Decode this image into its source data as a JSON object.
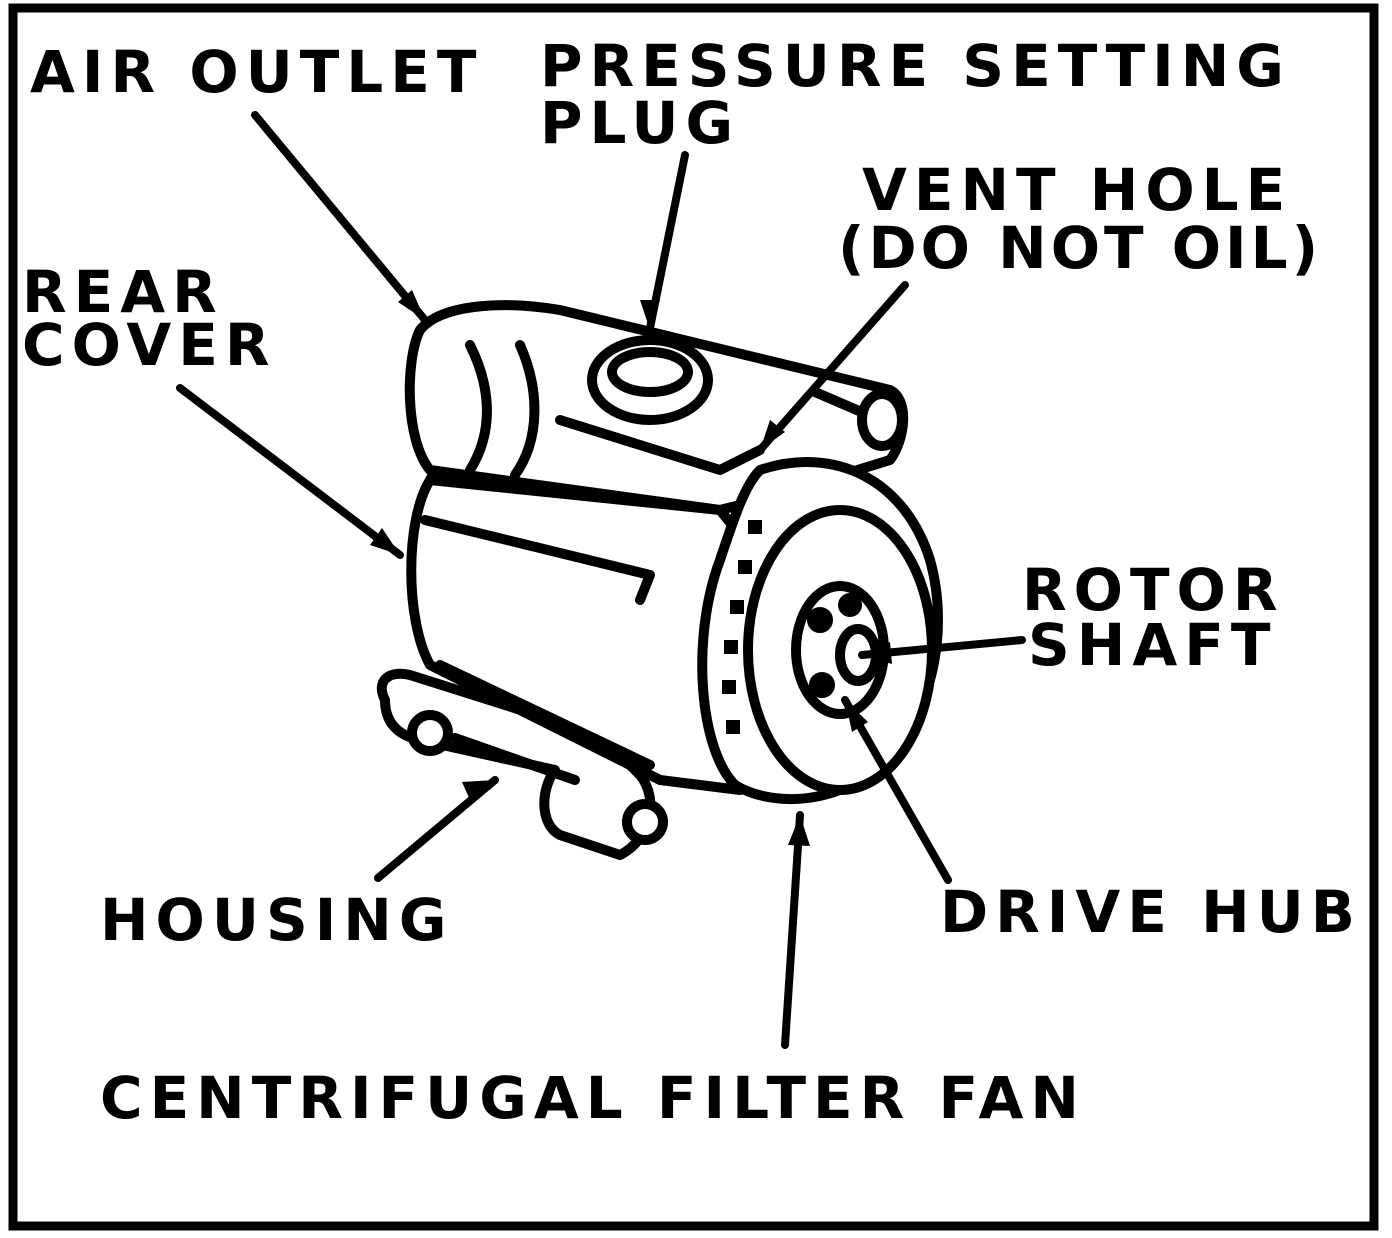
{
  "labels": {
    "air_outlet": "AIR OUTLET",
    "pressure_setting_plug": [
      "PRESSURE SETTING",
      "PLUG"
    ],
    "vent_hole": [
      "VENT HOLE",
      "(DO NOT OIL)"
    ],
    "rear_cover": [
      "REAR",
      "COVER"
    ],
    "rotor_shaft": [
      "ROTOR",
      "SHAFT"
    ],
    "housing": "HOUSING",
    "drive_hub": "DRIVE HUB",
    "centrifugal_filter_fan": "CENTRIFUGAL FILTER FAN"
  },
  "colors": {
    "ink": "#000000",
    "paper": "#ffffff"
  }
}
